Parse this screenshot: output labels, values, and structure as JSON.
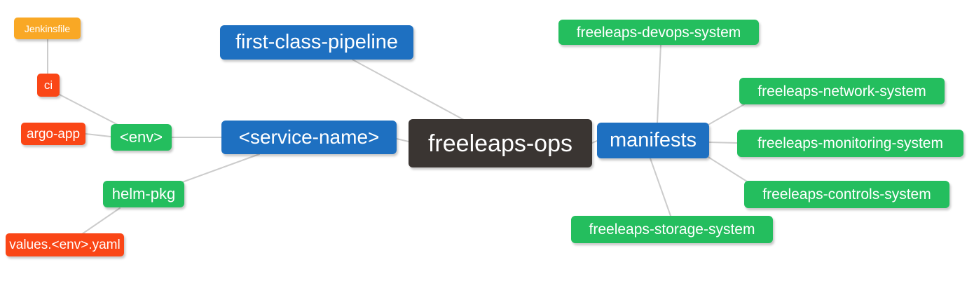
{
  "diagram": {
    "background": "#ffffff",
    "edge_color": "#cccccc",
    "palette": {
      "blue": "#1e70c1",
      "green": "#24be5e",
      "red": "#fa4616",
      "orange": "#f9a825",
      "dark": "#3a3532",
      "text": "#ffffff"
    },
    "root_label": "freeleaps-ops",
    "nodes": {
      "jenkinsfile": {
        "label": "Jenkinsfile",
        "color": "orange"
      },
      "ci": {
        "label": "ci",
        "color": "red"
      },
      "argo_app": {
        "label": "argo-app",
        "color": "red"
      },
      "env": {
        "label": "<env>",
        "color": "green"
      },
      "helm_pkg": {
        "label": "helm-pkg",
        "color": "green"
      },
      "values_env_yaml": {
        "label": "values.<env>.yaml",
        "color": "red"
      },
      "first_class_pipeline": {
        "label": "first-class-pipeline",
        "color": "blue"
      },
      "service_name": {
        "label": "<service-name>",
        "color": "blue"
      },
      "freeleaps_ops": {
        "label": "freeleaps-ops",
        "color": "dark"
      },
      "manifests": {
        "label": "manifests",
        "color": "blue"
      },
      "freeleaps_devops_system": {
        "label": "freeleaps-devops-system",
        "color": "green"
      },
      "freeleaps_network_system": {
        "label": "freeleaps-network-system",
        "color": "green"
      },
      "freeleaps_monitoring_system": {
        "label": "freeleaps-monitoring-system",
        "color": "green"
      },
      "freeleaps_controls_system": {
        "label": "freeleaps-controls-system",
        "color": "green"
      },
      "freeleaps_storage_system": {
        "label": "freeleaps-storage-system",
        "color": "green"
      }
    },
    "edges": [
      {
        "from": "Jenkinsfile",
        "to": "ci"
      },
      {
        "from": "ci",
        "to": "<env>"
      },
      {
        "from": "argo-app",
        "to": "<env>"
      },
      {
        "from": "<env>",
        "to": "<service-name>"
      },
      {
        "from": "helm-pkg",
        "to": "<service-name>"
      },
      {
        "from": "values.<env>.yaml",
        "to": "helm-pkg"
      },
      {
        "from": "first-class-pipeline",
        "to": "freeleaps-ops"
      },
      {
        "from": "<service-name>",
        "to": "freeleaps-ops"
      },
      {
        "from": "freeleaps-ops",
        "to": "manifests"
      },
      {
        "from": "manifests",
        "to": "freeleaps-devops-system"
      },
      {
        "from": "manifests",
        "to": "freeleaps-network-system"
      },
      {
        "from": "manifests",
        "to": "freeleaps-monitoring-system"
      },
      {
        "from": "manifests",
        "to": "freeleaps-controls-system"
      },
      {
        "from": "manifests",
        "to": "freeleaps-storage-system"
      }
    ]
  }
}
